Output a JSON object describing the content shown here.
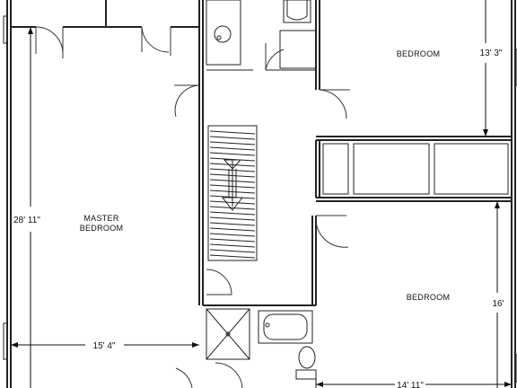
{
  "rooms": {
    "master": {
      "line1": "MASTER",
      "line2": "BEDROOM"
    },
    "bedroom_top": {
      "label": "BEDROOM"
    },
    "bedroom_bottom": {
      "label": "BEDROOM"
    }
  },
  "dimensions": {
    "master_depth": "28' 11\"",
    "master_width": "15' 4\"",
    "bedroom_top_depth": "13' 3\"",
    "bedroom_bottom_depth": "16'",
    "bedroom_bottom_width": "14' 11\""
  }
}
